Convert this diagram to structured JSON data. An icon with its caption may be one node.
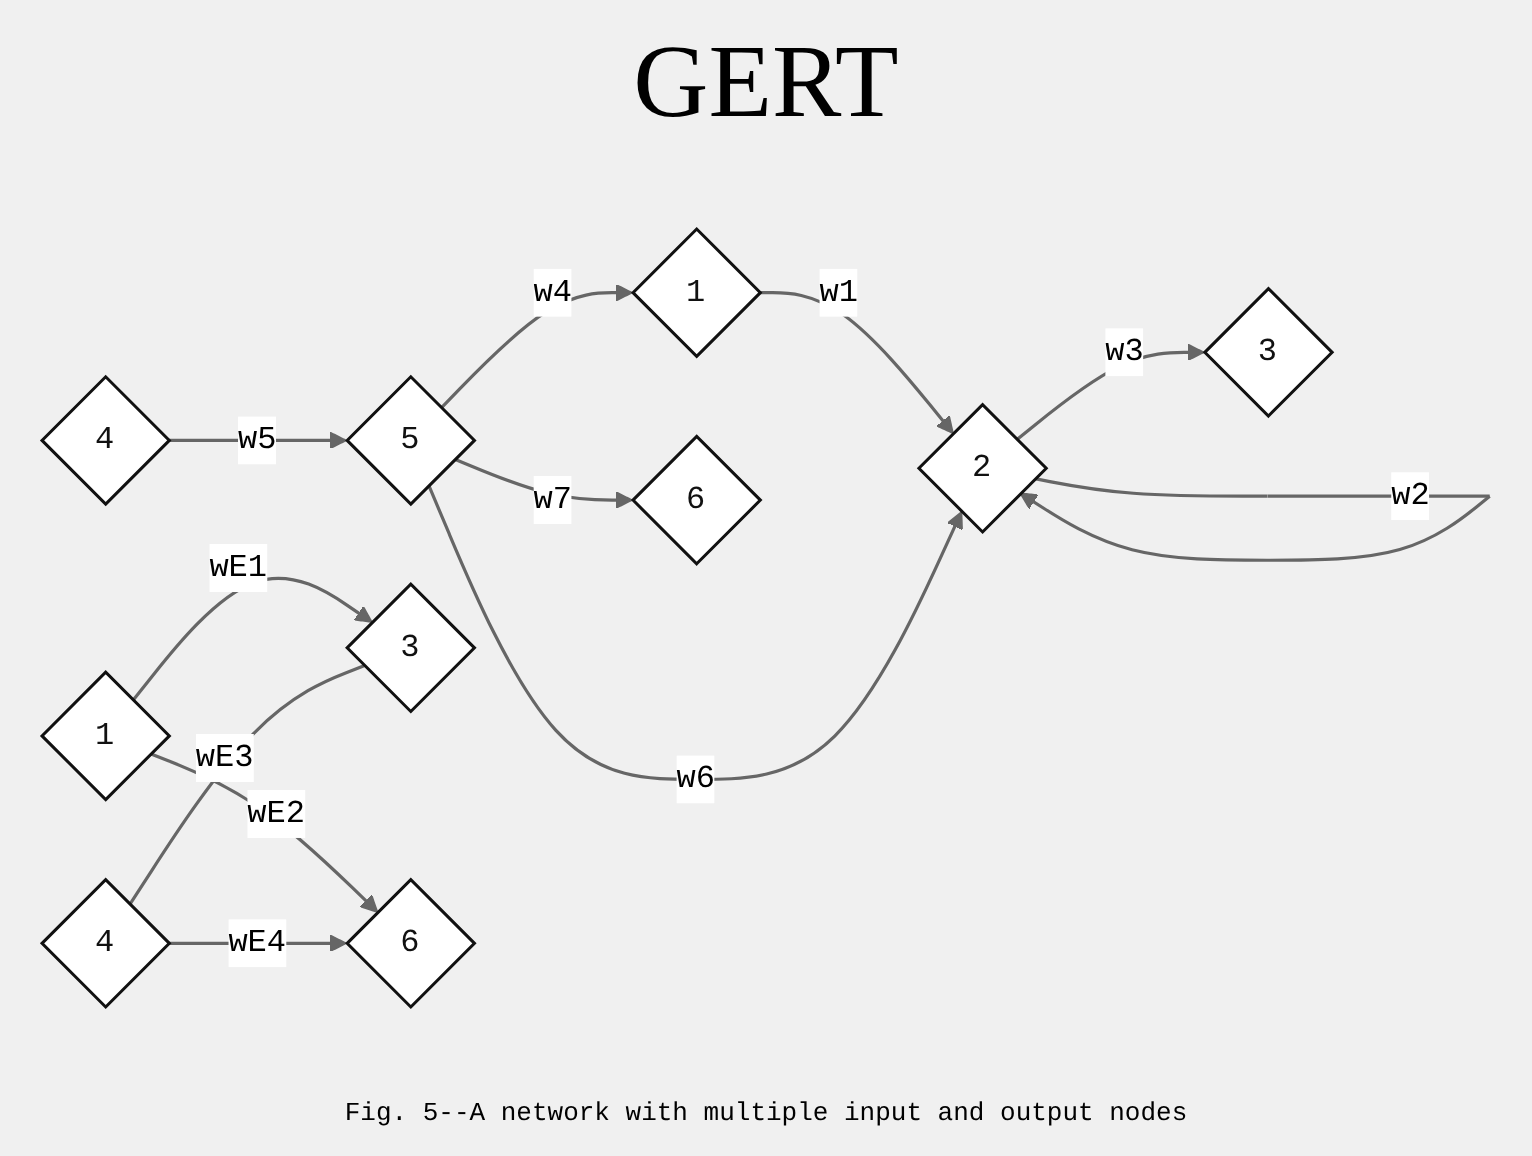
{
  "diagram": {
    "title": "GERT",
    "caption": "Fig. 5--A network with multiple input and output nodes",
    "nodes": [
      {
        "text": [
          "1"
        ]
      },
      {
        "text": [
          "2"
        ]
      },
      {
        "text": [
          "3"
        ]
      },
      {
        "text": [
          "4"
        ]
      },
      {
        "text": [
          "5"
        ]
      },
      {
        "text": [
          "6"
        ]
      },
      {
        "text": [
          "1"
        ]
      },
      {
        "text": [
          "3"
        ]
      },
      {
        "text": [
          "4"
        ]
      },
      {
        "text": [
          "6"
        ]
      }
    ],
    "edges": [
      {
        "from": 0,
        "to": 1,
        "arrow": "to",
        "label": "w1"
      },
      {
        "from": 1,
        "to": 1,
        "arrow": "to",
        "label": "w2"
      },
      {
        "from": 1,
        "to": 2,
        "arrow": "to",
        "label": "w3"
      },
      {
        "from": 4,
        "to": 0,
        "arrow": "to",
        "label": "w4"
      },
      {
        "from": 3,
        "to": 4,
        "arrow": "to",
        "label": "w5"
      },
      {
        "from": 4,
        "to": 1,
        "arrow": "to",
        "label": "w6"
      },
      {
        "from": 4,
        "to": 5,
        "arrow": "to",
        "label": "w7"
      },
      {
        "from": 6,
        "to": 7,
        "arrow": "to",
        "label": "wE1"
      },
      {
        "from": 6,
        "to": 9,
        "arrow": "to",
        "label": "wE2"
      },
      {
        "from": 8,
        "to": 7,
        "arrow": "none",
        "label": "wE3"
      },
      {
        "from": 8,
        "to": 9,
        "arrow": "to",
        "label": "wE4"
      }
    ]
  }
}
